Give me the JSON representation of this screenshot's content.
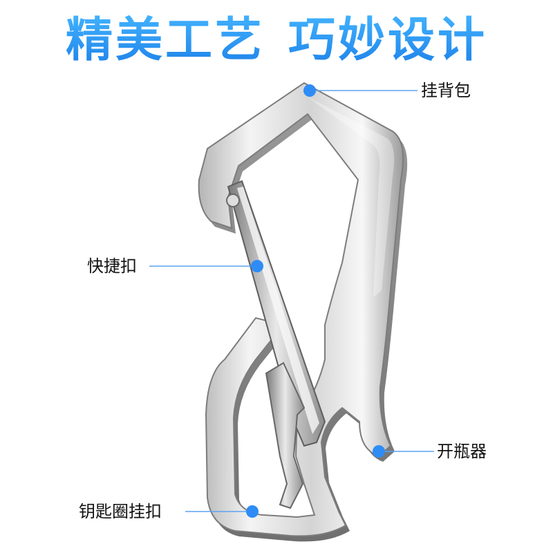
{
  "title": {
    "left": "精美工艺",
    "right": "巧妙设计"
  },
  "callouts": {
    "backpack": "挂背包",
    "quick_release": "快捷扣",
    "bottle_opener": "开瓶器",
    "keyring": "钥匙圈挂扣"
  },
  "colors": {
    "title_gradient_top": "#45b6ff",
    "title_gradient_bottom": "#1a7ee8",
    "callout_dot": "#2f8cf5",
    "callout_line": "#5aa4f2",
    "metal_light": "#f2f2f2",
    "metal_dark": "#8e8e8e"
  }
}
